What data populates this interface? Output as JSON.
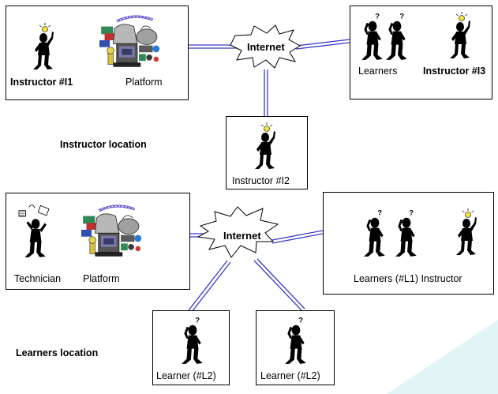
{
  "section_labels": {
    "instructor_location": "Instructor location",
    "learners_location": "Learners location"
  },
  "clouds": {
    "top": "Internet",
    "bottom": "Internet"
  },
  "top_left_box": {
    "instructor": "Instructor #I1",
    "platform": "Platform"
  },
  "top_right_box": {
    "learners": "Learners",
    "instructor": "Instructor #I3"
  },
  "middle_box": {
    "instructor": "Instructor #I2"
  },
  "bottom_left_box": {
    "technician": "Technician",
    "platform": "Platform"
  },
  "bottom_right_box": {
    "learners_instructor": "Learners (#L1) Instructor"
  },
  "bottom_small_box_1": {
    "learner": "Learner (#L2)"
  },
  "bottom_small_box_2": {
    "learner": "Learner (#L2)"
  },
  "colors": {
    "link_line": "#3a3acc",
    "bulb": "#f3e23a",
    "figure": "#000000",
    "watermark": "#dff3f6"
  },
  "icons": [
    "instructor-figure-icon",
    "learner-figure-icon",
    "technician-figure-icon",
    "platform-machine-icon",
    "internet-cloud-icon"
  ]
}
